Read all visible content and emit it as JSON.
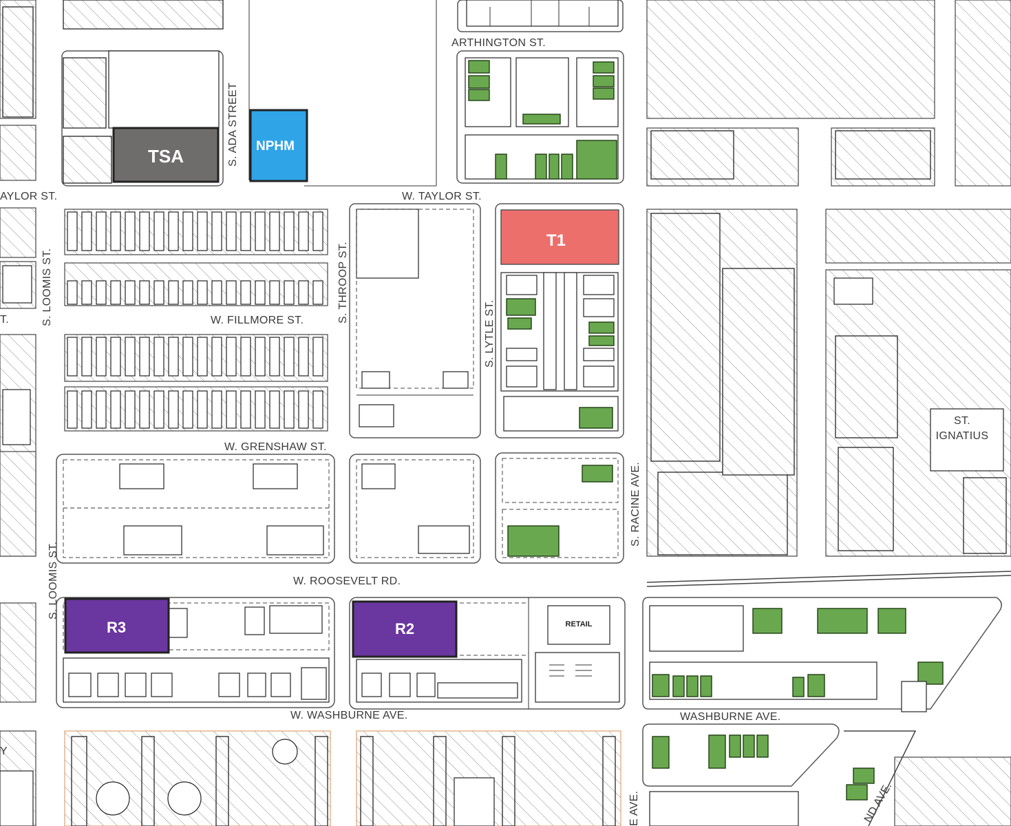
{
  "map": {
    "parcels": {
      "tsa": {
        "label": "TSA",
        "color": "#6f6d6c"
      },
      "nphm": {
        "label": "NPHM",
        "color": "#2fa4e7"
      },
      "t1": {
        "label": "T1",
        "color": "#ec6f6c"
      },
      "r3": {
        "label": "R3",
        "color": "#6a36a0"
      },
      "r2": {
        "label": "R2",
        "color": "#6a36a0"
      },
      "retail": {
        "label": "RETAIL"
      }
    },
    "landmark": {
      "line1": "ST.",
      "line2": "IGNATIUS"
    },
    "streets": {
      "arthington": "ARTHINGTON ST.",
      "taylor_west": "AYLOR ST.",
      "taylor": "W. TAYLOR ST.",
      "ada": "S. ADA STREET",
      "throop": "S. THROOP ST.",
      "lytle": "S. LYTLE ST.",
      "loomis_upper": "S. LOOMIS ST.",
      "loomis_lower": "S. LOOMIS ST.",
      "fillmore": "W. FILLMORE ST.",
      "fillmore_west": "T.",
      "grenshaw": "W. GRENSHAW ST.",
      "racine": "S. RACINE AVE.",
      "racine_lower": "E AVE.",
      "roosevelt": "W. ROOSEVELT RD.",
      "w_washburne": "W. WASHBURNE AVE.",
      "washburne": "WASHBURNE AVE.",
      "blue_island": "ND AVE.",
      "edge_y": "Y"
    },
    "colors": {
      "green_building": "#6aa84f",
      "hatch_line": "#777777"
    }
  }
}
